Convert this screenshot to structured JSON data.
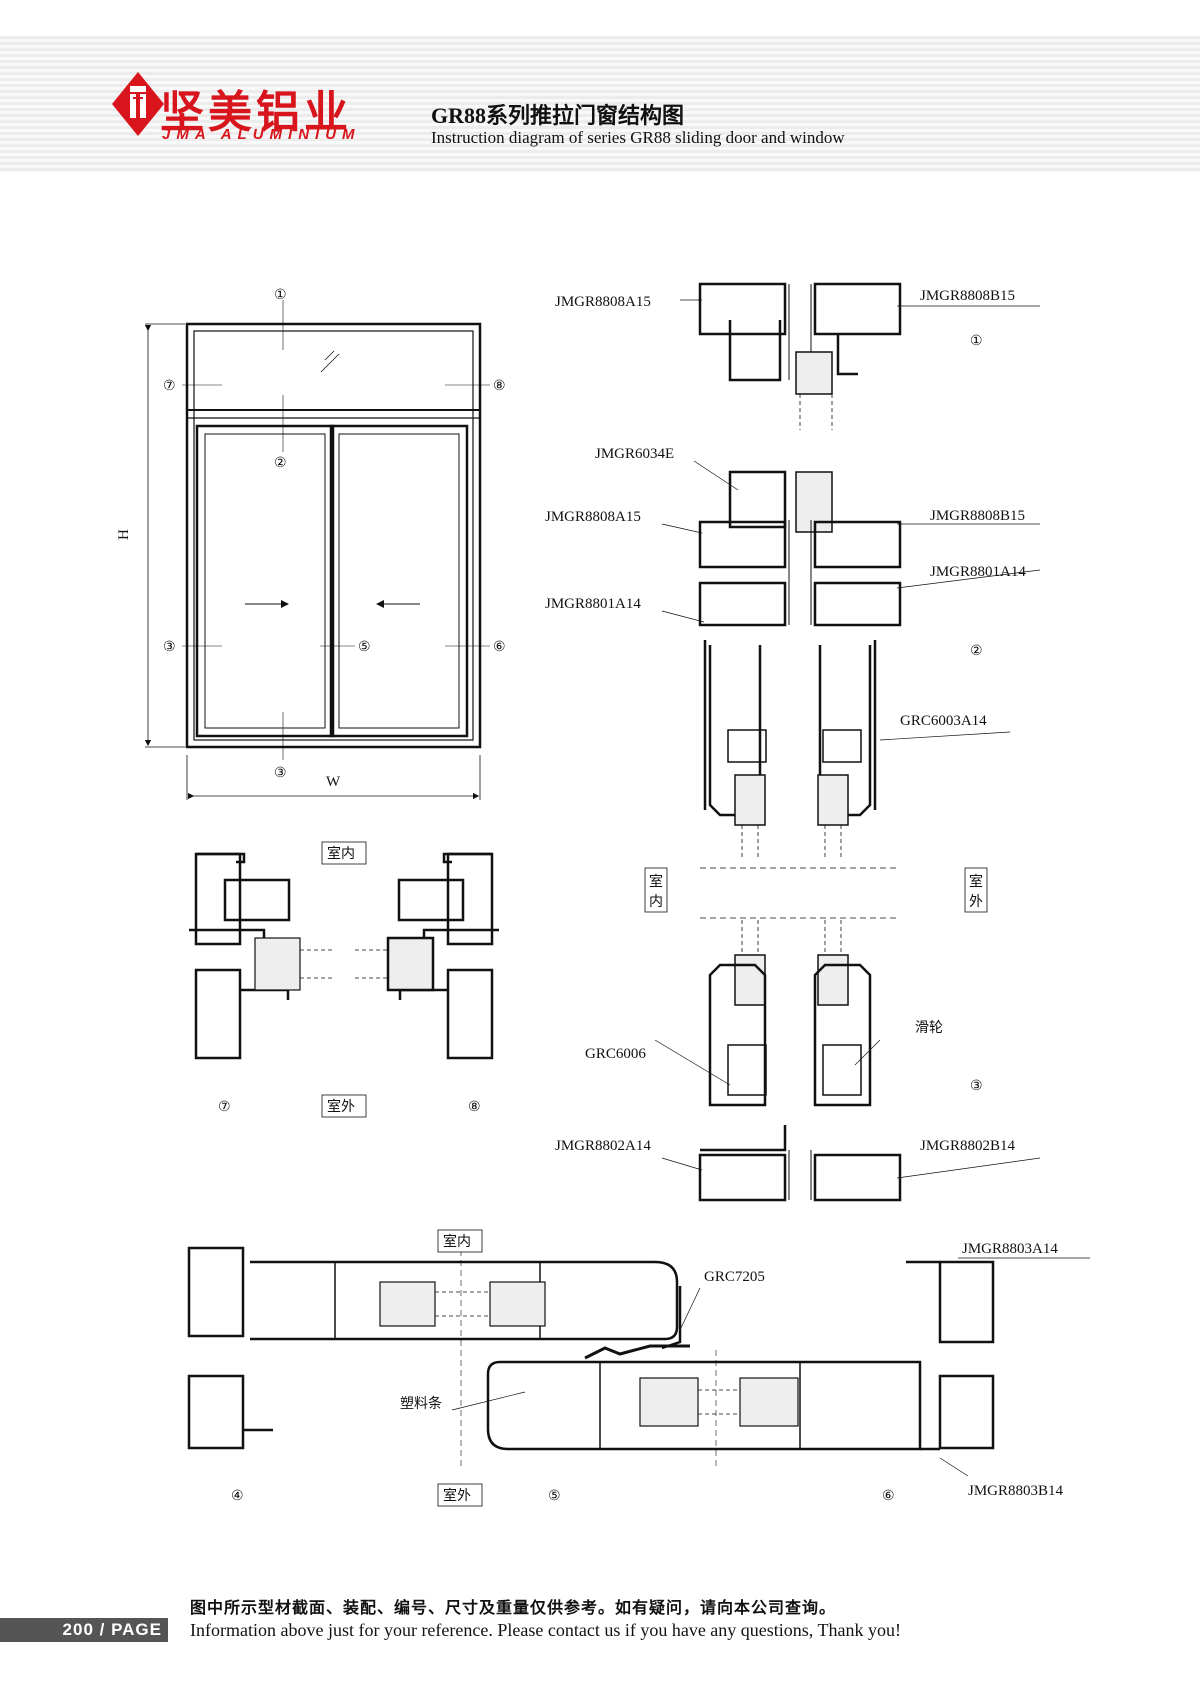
{
  "brand": {
    "name_cn": "坚美铝业",
    "name_en": "JMA ALUMINIUM",
    "color": "#d8141c"
  },
  "title": {
    "cn": "GR88系列推拉门窗结构图",
    "en": "Instruction diagram of series GR88 sliding door and window"
  },
  "elevation": {
    "height_label": "H",
    "width_label": "W",
    "markers": [
      "①",
      "②",
      "③",
      "③",
      "⑤",
      "⑥",
      "⑦",
      "⑧"
    ]
  },
  "section_1_2_3": {
    "labels": {
      "a": "JMGR8808A15",
      "b": "JMGR8808B15",
      "c": "JMGR6034E",
      "d": "JMGR8808A15",
      "e": "JMGR8808B15",
      "f": "JMGR8801A14",
      "g": "JMGR8801A14",
      "h": "GRC6003A14",
      "i": "GRC6006",
      "j": "滑轮",
      "k": "JMGR8802A14",
      "l": "JMGR8802B14"
    },
    "markers": [
      "①",
      "②",
      "③"
    ],
    "indoor": "室内",
    "outdoor": "室外"
  },
  "section_7_8": {
    "indoor": "室内",
    "outdoor": "室外",
    "markers": [
      "⑦",
      "⑧"
    ]
  },
  "section_4_5_6": {
    "indoor": "室内",
    "outdoor": "室外",
    "labels": {
      "a": "JMGR8803A14",
      "b": "GRC7205",
      "c": "塑料条",
      "d": "JMGR8803B14"
    },
    "markers": [
      "④",
      "⑤",
      "⑥"
    ]
  },
  "footer": {
    "note_cn": "图中所示型材截面、装配、编号、尺寸及重量仅供参考。如有疑问，请向本公司查询。",
    "note_en": "Information above just for your reference. Please contact us if you have any questions, Thank you!",
    "page": "200 / PAGE"
  }
}
